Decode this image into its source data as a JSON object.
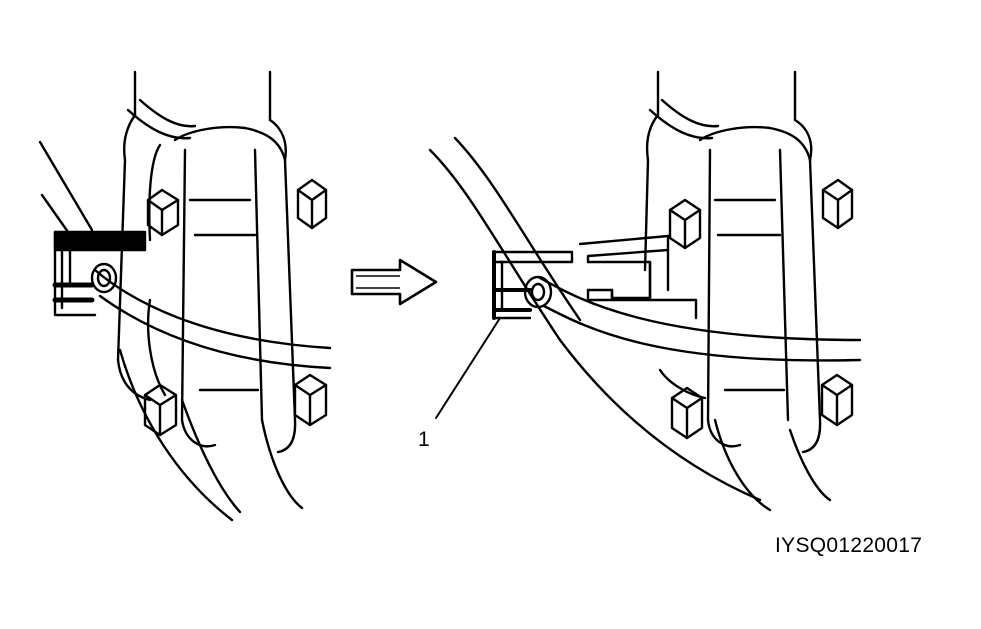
{
  "callout": {
    "number": "1"
  },
  "figure_code": "IYSQ01220017",
  "icons": {
    "left_view": "brake-hose-clip-installed-illustration",
    "arrow": "right-arrow-icon",
    "right_view": "brake-hose-clip-removed-illustration"
  },
  "colors": {
    "ink": "#000000",
    "paper": "#ffffff"
  }
}
